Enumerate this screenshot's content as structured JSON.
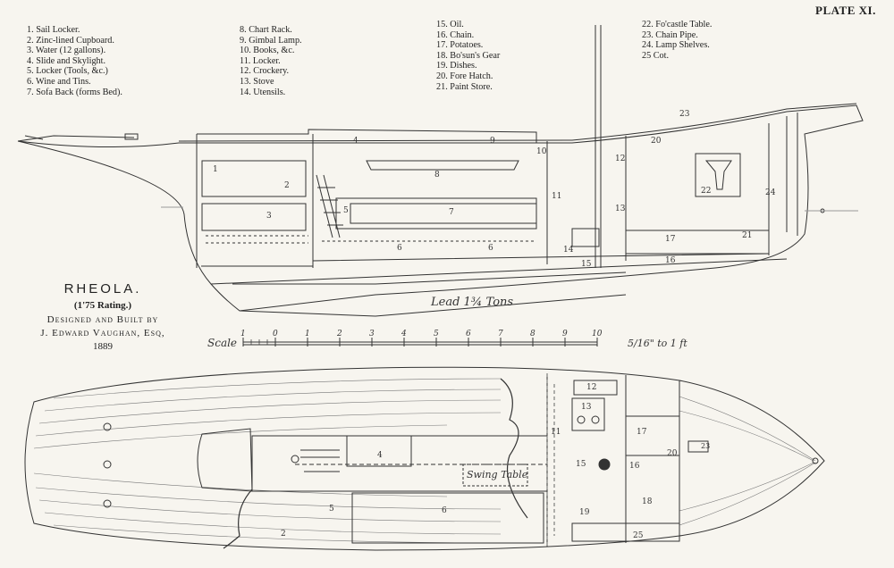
{
  "plate_number": "PLATE XI.",
  "legend": [
    [
      "1. Sail Locker.",
      "2. Zinc-lined Cupboard.",
      "3. Water (12 gallons).",
      "4. Slide and Skylight.",
      "5. Locker (Tools, &c.)",
      "6. Wine and Tins.",
      "7. Sofa Back (forms Bed)."
    ],
    [
      "8. Chart Rack.",
      "9. Gimbal Lamp.",
      "10. Books, &c.",
      "11. Locker.",
      "12. Crockery.",
      "13. Stove",
      "14. Utensils."
    ],
    [
      "15. Oil.",
      "16. Chain.",
      "17. Potatoes.",
      "18. Bo'sun's Gear",
      "19. Dishes.",
      "20. Fore Hatch.",
      "21. Paint Store."
    ],
    [
      "22. Fo'castle Table.",
      "23. Chain Pipe.",
      "24. Lamp Shelves.",
      "25 Cot."
    ]
  ],
  "title": {
    "name": "RHEOLA.",
    "rating": "(1'75 Rating.)",
    "designed": "Designed and Built by",
    "builder": "J. Edward Vaughan, Esq,",
    "year": "1889"
  },
  "scale": {
    "label": "Scale",
    "ticks": [
      "1",
      "0",
      "1",
      "2",
      "3",
      "4",
      "5",
      "6",
      "7",
      "8",
      "9",
      "10"
    ],
    "ratio": "5/16\" to 1 ft"
  },
  "section_labels": {
    "lead": "Lead 1¾ Tons",
    "swing_table": "Swing Table"
  },
  "profile_numbers": [
    "1",
    "2",
    "3",
    "4",
    "5",
    "6",
    "6",
    "7",
    "8",
    "9",
    "10",
    "11",
    "12",
    "13",
    "14",
    "15",
    "16",
    "17",
    "20",
    "21",
    "22",
    "23",
    "24"
  ],
  "plan_numbers": [
    "2",
    "4",
    "5",
    "6",
    "11",
    "12",
    "13",
    "15",
    "16",
    "17",
    "18",
    "19",
    "20",
    "23",
    "25"
  ]
}
